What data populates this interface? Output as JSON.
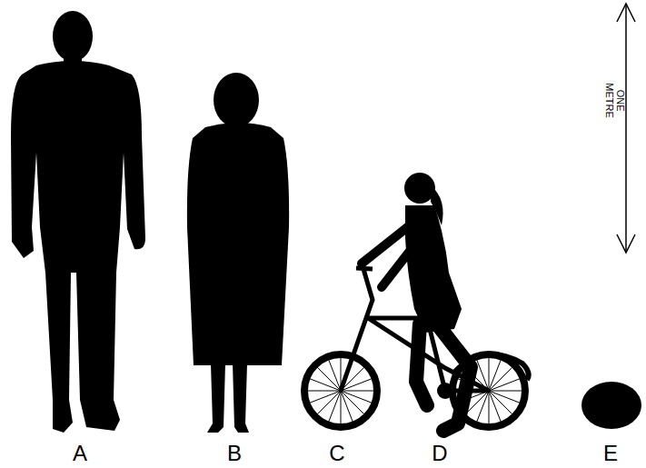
{
  "diagram": {
    "labels": [
      "A",
      "B",
      "C",
      "D",
      "E",
      "ONE METRE"
    ]
  }
}
